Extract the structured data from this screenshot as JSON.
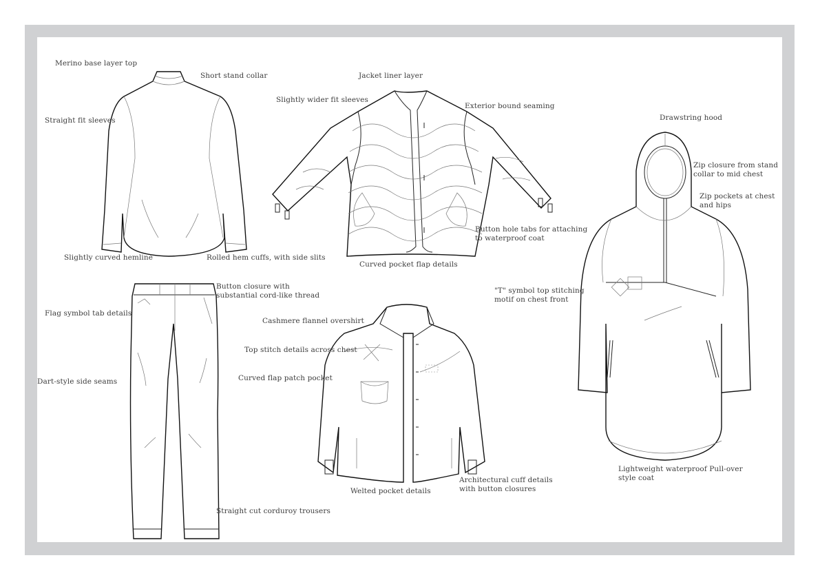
{
  "sheet": {
    "frame_color": "#d0d1d3",
    "background": "#ffffff",
    "label_color": "#3c3c3c"
  },
  "garments": [
    {
      "id": "merino-top",
      "icon": "long-sleeve-top-sketch",
      "title": "Merino base layer top",
      "annotations": [
        "Short stand collar",
        "Straight fit sleeves",
        "Slightly curved hemline",
        "Rolled hem cuffs, with side slits"
      ]
    },
    {
      "id": "jacket-liner",
      "icon": "quilted-liner-jacket-sketch",
      "title": "Jacket liner layer",
      "annotations": [
        "Slightly wider fit sleeves",
        "Exterior bound seaming",
        "Button hole tabs for attaching\nto waterproof coat",
        "Curved pocket flap details"
      ]
    },
    {
      "id": "pullover-coat",
      "icon": "hooded-pullover-coat-sketch",
      "title": "Lightweight waterproof Pull-over\nstyle coat",
      "annotations": [
        "Drawstring hood",
        "Zip closure from stand\ncollar to mid chest",
        "Zip pockets at chest\nand hips",
        "\"T\" symbol top stitching\nmotif on chest front"
      ]
    },
    {
      "id": "trousers",
      "icon": "trousers-sketch",
      "title": "Straight cut corduroy trousers",
      "annotations": [
        "Button closure with\nsubstantial cord-like thread",
        "Flag symbol tab details",
        "Dart-style side seams"
      ]
    },
    {
      "id": "overshirt",
      "icon": "overshirt-sketch",
      "title": "Cashmere flannel overshirt",
      "annotations": [
        "Top stitch details across chest",
        "Curved flap patch pocket",
        "Welted pocket details",
        "Architectural cuff details\nwith button closures"
      ]
    }
  ]
}
